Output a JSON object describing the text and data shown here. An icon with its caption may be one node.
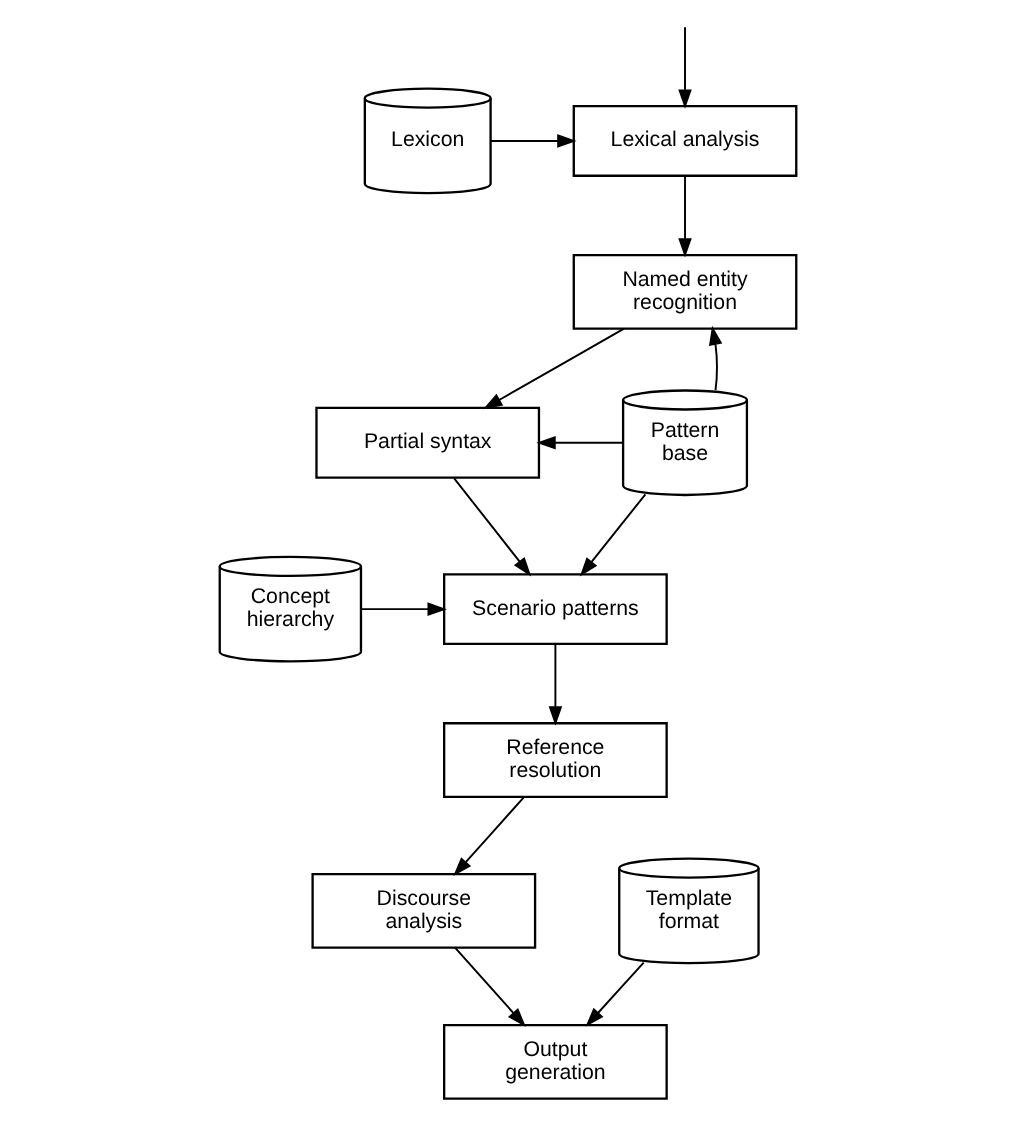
{
  "diagram": {
    "nodes": [
      {
        "text": [
          "Lexicon"
        ]
      },
      {
        "text": [
          "Lexical analysis"
        ]
      },
      {
        "text": [
          "Named entity recognition"
        ]
      },
      {
        "text": [
          "Partial syntax"
        ]
      },
      {
        "text": [
          "Pattern base"
        ]
      },
      {
        "text": [
          "Concept hierarchy"
        ]
      },
      {
        "text": [
          "Scenario patterns"
        ]
      },
      {
        "text": [
          "Reference resolution"
        ]
      },
      {
        "text": [
          "Discourse analysis"
        ]
      },
      {
        "text": [
          "Template format"
        ]
      },
      {
        "text": [
          "Output generation"
        ]
      }
    ],
    "edges": [
      {
        "from": null,
        "to": 1,
        "arrow": "to"
      },
      {
        "from": 0,
        "to": 1,
        "arrow": "to"
      },
      {
        "from": 1,
        "to": 2,
        "arrow": "to"
      },
      {
        "from": 4,
        "to": 2,
        "arrow": "to"
      },
      {
        "from": 2,
        "to": 3,
        "arrow": "to"
      },
      {
        "from": 4,
        "to": 3,
        "arrow": "to"
      },
      {
        "from": 3,
        "to": 6,
        "arrow": "to"
      },
      {
        "from": 4,
        "to": 6,
        "arrow": "to"
      },
      {
        "from": 5,
        "to": 6,
        "arrow": "to"
      },
      {
        "from": 6,
        "to": 7,
        "arrow": "to"
      },
      {
        "from": 7,
        "to": 8,
        "arrow": "to"
      },
      {
        "from": 8,
        "to": 10,
        "arrow": "to"
      },
      {
        "from": 9,
        "to": 10,
        "arrow": "to"
      }
    ]
  }
}
